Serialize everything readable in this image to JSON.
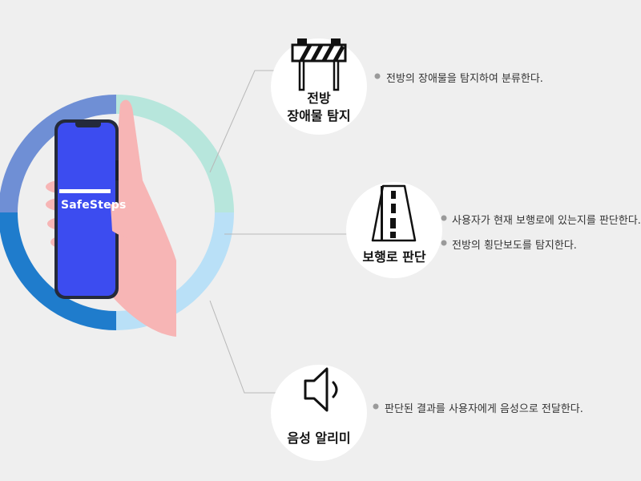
{
  "app": {
    "name": "SafeSteps"
  },
  "colors": {
    "background": "#efefef",
    "ring_top_left": "#6f8fd5",
    "ring_top_right": "#b7e6dc",
    "ring_bottom_left": "#1f7ccc",
    "ring_bottom_right": "#b9e0f7",
    "phone_screen": "#3c4cf0",
    "phone_body": "#242a3a",
    "hand": "#f7b5b5",
    "connector": "#b8b8b8",
    "bullet": "#9a9a9a"
  },
  "features": [
    {
      "icon": "barrier-icon",
      "title_lines": [
        "전방",
        "장애물 탐지"
      ],
      "descriptions": [
        "전방의 장애물을 탐지하여 분류한다."
      ]
    },
    {
      "icon": "road-icon",
      "title_lines": [
        "보행로 판단"
      ],
      "descriptions": [
        "사용자가 현재 보행로에 있는지를 판단한다.",
        "전방의 횡단보도를 탐지한다."
      ]
    },
    {
      "icon": "speaker-icon",
      "title_lines": [
        "음성 알리미"
      ],
      "descriptions": [
        "판단된 결과를 사용자에게 음성으로 전달한다."
      ]
    }
  ]
}
